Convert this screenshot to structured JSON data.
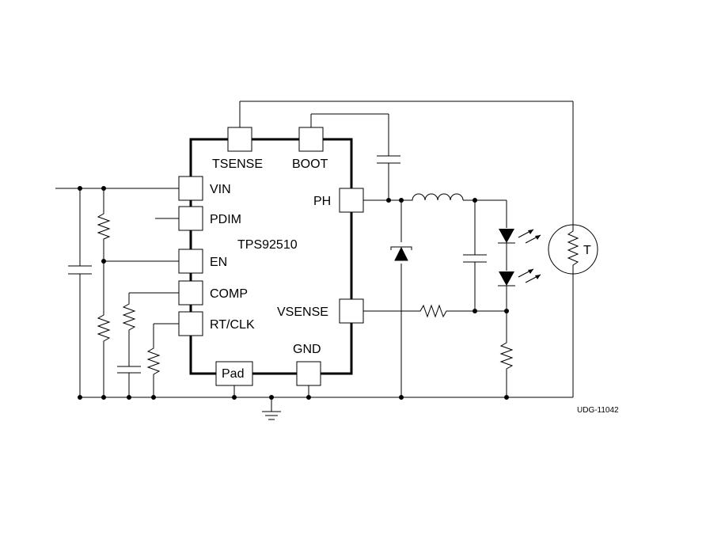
{
  "chip": {
    "name": "TPS92510",
    "pins": {
      "tsense": "TSENSE",
      "boot": "BOOT",
      "vin": "VIN",
      "pdim": "PDIM",
      "en": "EN",
      "comp": "COMP",
      "rtclk": "RT/CLK",
      "ph": "PH",
      "vsense": "VSENSE",
      "gnd": "GND",
      "pad": "Pad"
    }
  },
  "thermistor_label": "T",
  "figure_id": "UDG-11042"
}
